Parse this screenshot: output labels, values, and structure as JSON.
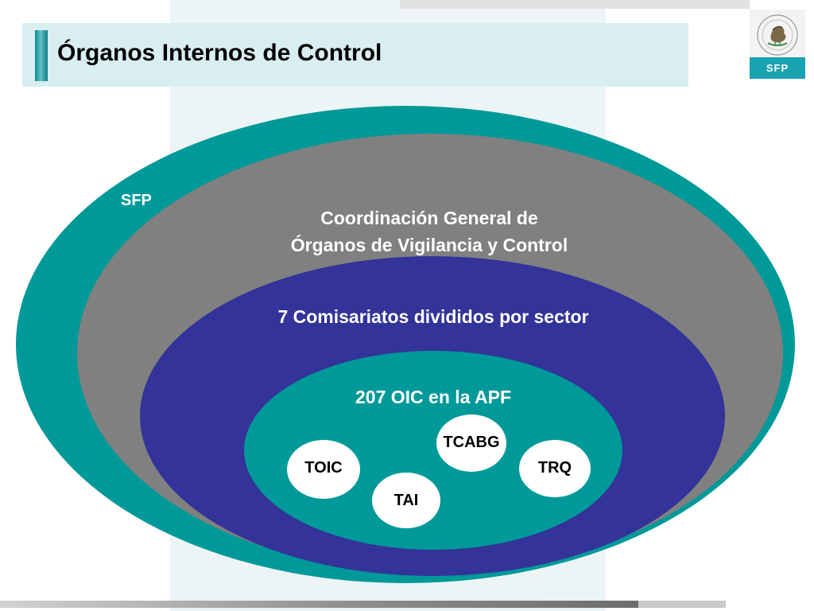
{
  "title": "Órganos Internos de Control",
  "logo": {
    "badge_text": "SFP",
    "seal_icon": "mexican-coat-of-arms-icon"
  },
  "levels": {
    "outer": "SFP",
    "coordination": [
      "Coordinación General de",
      "Órganos de Vigilancia y Control"
    ],
    "commissariats": "7 Comisariatos divididos por sector",
    "oic": "207 OIC en la APF"
  },
  "units": {
    "toic": "TOIC",
    "tcabg": "TCABG",
    "trq": "TRQ",
    "tai": "TAI"
  },
  "colors": {
    "teal": "#009999",
    "gray": "#808080",
    "indigo": "#333399",
    "white": "#ffffff",
    "title_band": "#d9eef1",
    "badge": "#1aa3b0"
  }
}
